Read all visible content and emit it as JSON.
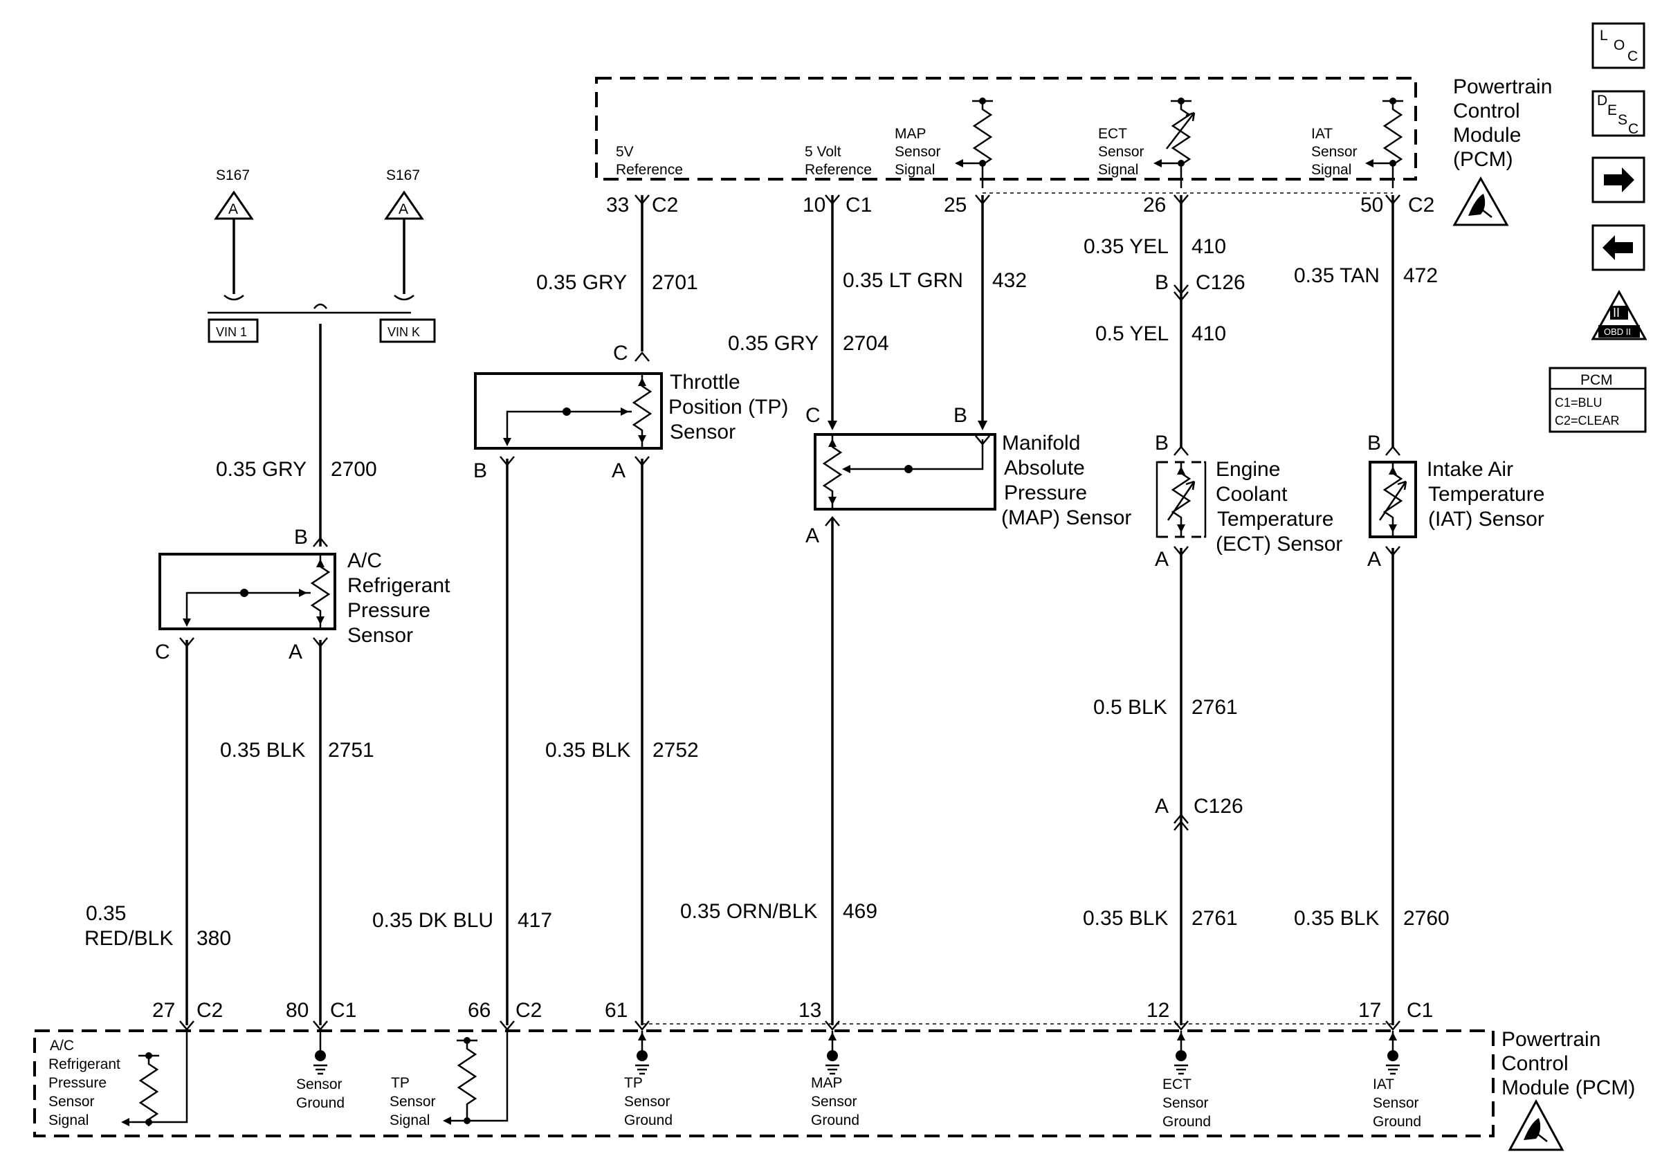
{
  "pcm_top": {
    "title": [
      "Powertrain",
      "Control",
      "Module",
      "(PCM)"
    ],
    "pins": [
      {
        "label": [
          "5V",
          "Reference"
        ],
        "pin": "33",
        "conn": "C2"
      },
      {
        "label": [
          "5 Volt",
          "Reference"
        ],
        "pin": "10",
        "conn": "C1"
      },
      {
        "label": [
          "MAP",
          "Sensor",
          "Signal"
        ],
        "pin": "25",
        "conn": ""
      },
      {
        "label": [
          "ECT",
          "Sensor",
          "Signal"
        ],
        "pin": "26",
        "conn": ""
      },
      {
        "label": [
          "IAT",
          "Sensor",
          "Signal"
        ],
        "pin": "50",
        "conn": "C2"
      }
    ]
  },
  "pcm_bottom": {
    "title": [
      "Powertrain",
      "Control",
      "Module (PCM)"
    ],
    "pins": [
      {
        "label": [
          "A/C",
          "Refrigerant",
          "Pressure",
          "Sensor",
          "Signal"
        ],
        "pin": "27",
        "conn": "C2"
      },
      {
        "label": [
          "Sensor",
          "Ground"
        ],
        "pin": "80",
        "conn": "C1"
      },
      {
        "label": [
          "TP",
          "Sensor",
          "Signal"
        ],
        "pin": "66",
        "conn": "C2"
      },
      {
        "label": [
          "TP",
          "Sensor",
          "Ground"
        ],
        "pin": "61",
        "conn": ""
      },
      {
        "label": [
          "MAP",
          "Sensor",
          "Ground"
        ],
        "pin": "13",
        "conn": ""
      },
      {
        "label": [
          "ECT",
          "Sensor",
          "Ground"
        ],
        "pin": "12",
        "conn": ""
      },
      {
        "label": [
          "IAT",
          "Sensor",
          "Ground"
        ],
        "pin": "17",
        "conn": "C1"
      }
    ]
  },
  "splices": {
    "left": {
      "name": "S167",
      "letter": "A",
      "tag": "VIN 1"
    },
    "right": {
      "name": "S167",
      "letter": "A",
      "tag": "VIN K"
    }
  },
  "components": {
    "ac": {
      "name": [
        "A/C",
        "Refrigerant",
        "Pressure",
        "Sensor"
      ],
      "pins": [
        "B",
        "C",
        "A"
      ]
    },
    "tp": {
      "name": [
        "Throttle",
        "Position (TP)",
        "Sensor"
      ],
      "pins": [
        "C",
        "B",
        "A"
      ]
    },
    "map": {
      "name": [
        "Manifold",
        "Absolute",
        "Pressure",
        "(MAP) Sensor"
      ],
      "pins": [
        "C",
        "B",
        "A"
      ]
    },
    "ect": {
      "name": [
        "Engine",
        "Coolant",
        "Temperature",
        "(ECT) Sensor"
      ],
      "pins": [
        "B",
        "A"
      ]
    },
    "iat": {
      "name": [
        "Intake Air",
        "Temperature",
        "(IAT) Sensor"
      ],
      "pins": [
        "B",
        "A"
      ]
    }
  },
  "wires": {
    "w2700": {
      "gauge": "0.35 GRY",
      "circuit": "2700"
    },
    "w2751": {
      "gauge": "0.35 BLK",
      "circuit": "2751"
    },
    "w380": {
      "gauge": [
        "0.35",
        "RED/BLK"
      ],
      "circuit": "380"
    },
    "w2701": {
      "gauge": "0.35 GRY",
      "circuit": "2701"
    },
    "w417": {
      "gauge": "0.35 DK BLU",
      "circuit": "417"
    },
    "w2752": {
      "gauge": "0.35 BLK",
      "circuit": "2752"
    },
    "w432": {
      "gauge": "0.35 LT GRN",
      "circuit": "432"
    },
    "w2704": {
      "gauge": "0.35 GRY",
      "circuit": "2704"
    },
    "w469": {
      "gauge": "0.35 ORN/BLK",
      "circuit": "469"
    },
    "w410a": {
      "gauge": "0.35 YEL",
      "circuit": "410"
    },
    "w410b": {
      "gauge": "0.5 YEL",
      "circuit": "410"
    },
    "w2761a": {
      "gauge": "0.5 BLK",
      "circuit": "2761"
    },
    "w2761b": {
      "gauge": "0.35 BLK",
      "circuit": "2761"
    },
    "w472": {
      "gauge": "0.35 TAN",
      "circuit": "472"
    },
    "w2760": {
      "gauge": "0.35 BLK",
      "circuit": "2760"
    }
  },
  "connectors": {
    "c126_top": {
      "pin": "B",
      "name": "C126"
    },
    "c126_bot": {
      "pin": "A",
      "name": "C126"
    }
  },
  "legend": {
    "loc": {
      "l": "L",
      "o": "O",
      "c": "C"
    },
    "desc": {
      "d": "D",
      "e": "E",
      "s": "S",
      "c": "C"
    },
    "obd": {
      "mark": "II",
      "text": "OBD II"
    },
    "pcm_box": {
      "title": "PCM",
      "lines": [
        "C1=BLU",
        "C2=CLEAR"
      ]
    }
  }
}
